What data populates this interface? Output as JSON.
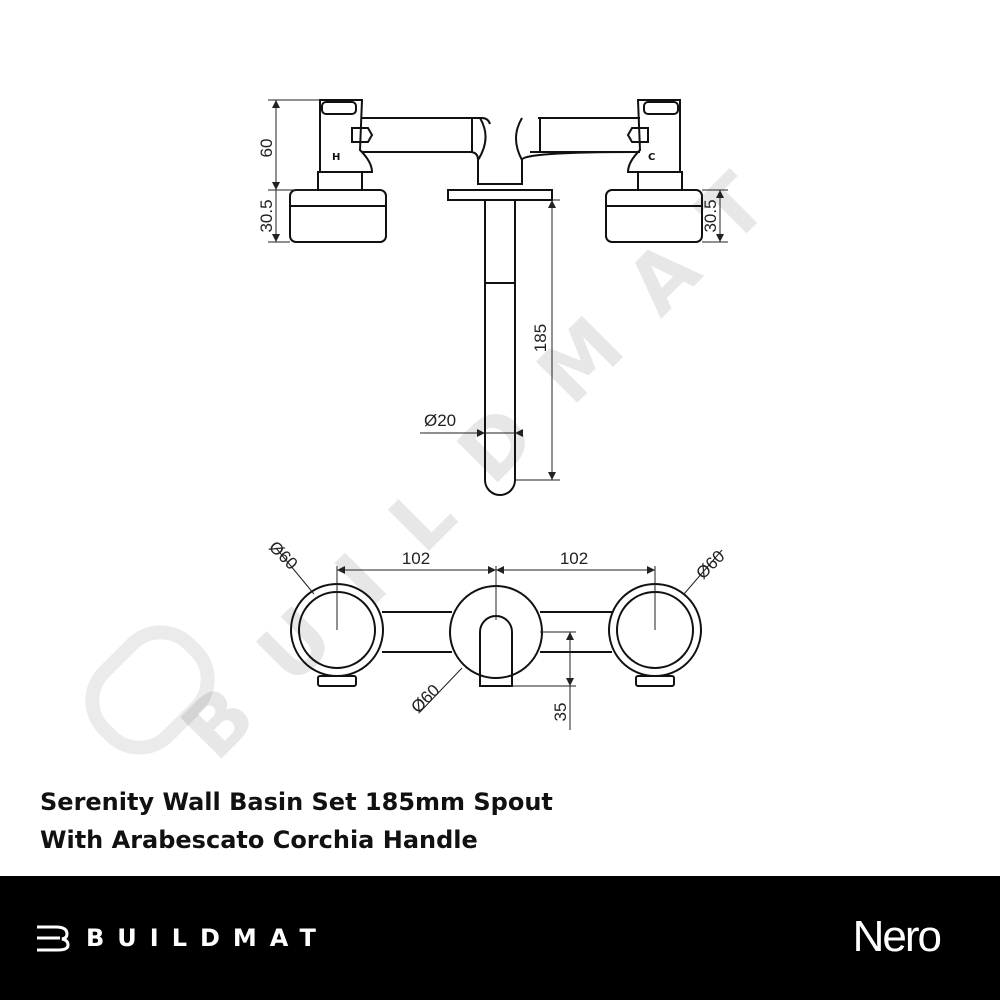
{
  "product": {
    "title_line1": "Serenity Wall Basin Set 185mm Spout",
    "title_line2": "With Arabescato Corchia Handle"
  },
  "footer": {
    "brand": "BUILDMAT",
    "partner_logo": "Nero",
    "background": "#000000"
  },
  "watermark": {
    "text": "BUILDMAT"
  },
  "drawing": {
    "front_view": {
      "hot_label": "H",
      "cold_label": "C",
      "dim_handle_height": "60",
      "dim_plate_left": "30.5",
      "dim_plate_right": "30.5",
      "dim_spout_length": "185",
      "dim_spout_diameter": "Ø20"
    },
    "top_view": {
      "dim_left_spacing": "102",
      "dim_right_spacing": "102",
      "dim_left_diameter": "Ø60",
      "dim_right_diameter": "Ø60",
      "dim_center_diameter": "Ø60",
      "dim_projection": "35"
    }
  }
}
